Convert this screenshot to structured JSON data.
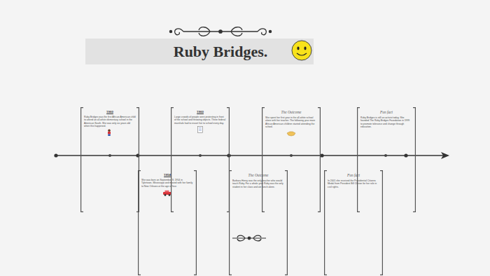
{
  "diagram": {
    "title": "Ruby Bridges.",
    "nodes": [
      {
        "text": [
          "1960",
          "Ruby Bridges was the first African American child to attend an all-white elementary school in the American South. She was only six years old when this happened."
        ]
      },
      {
        "text": [
          "1954",
          "She was born on September 8, 1954 in Tylertown, Mississippi and moved with her family to New Orleans at the age of four."
        ]
      },
      {
        "text": [
          "1960",
          "Large crowds of people were protesting in front of the school and throwing objects. Three federal marshals had to escort her to school every day."
        ]
      },
      {
        "text": [
          "The Outcome",
          "Barbara Henry was the only teacher who would teach Ruby. For a whole year Ruby was the only student in her class and ate lunch alone."
        ]
      },
      {
        "text": [
          "The Outcome",
          "She spent her first year in the all-white school alone with her teacher. The following year more African American children started attending the school."
        ]
      },
      {
        "text": [
          "Fun fact",
          "In 2001 she received the Presidential Citizens Medal from President Bill Clinton for her role in civil rights."
        ]
      },
      {
        "text": [
          "Fun fact",
          "Ruby Bridges is still an activist today. She founded The Ruby Bridges Foundation in 1999 to promote tolerance and change through education."
        ]
      }
    ]
  }
}
